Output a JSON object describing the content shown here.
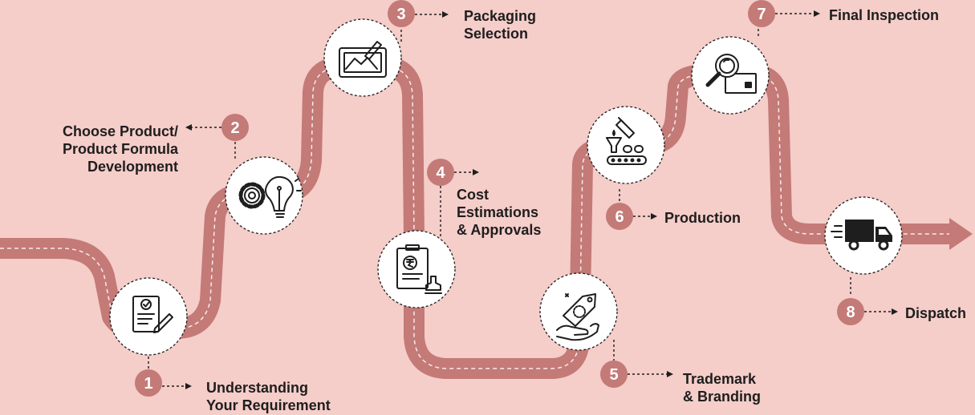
{
  "colors": {
    "background": "#f5cdc9",
    "path": "#c47a77",
    "badge": "#c47a77",
    "circle_fill": "#ffffff",
    "text": "#1e1e1e"
  },
  "steps": [
    {
      "number": "1",
      "label_lines": [
        "Understanding",
        "Your Requirement"
      ],
      "icon": "checklist-pen-icon"
    },
    {
      "number": "2",
      "label_lines": [
        "Choose Product/",
        "Product Formula",
        "Development"
      ],
      "icon": "gear-lightbulb-icon"
    },
    {
      "number": "3",
      "label_lines": [
        "Packaging",
        "Selection"
      ],
      "icon": "design-tablet-icon"
    },
    {
      "number": "4",
      "label_lines": [
        "Cost",
        "Estimations",
        "& Approvals"
      ],
      "icon": "rupee-document-stamp-icon"
    },
    {
      "number": "5",
      "label_lines": [
        "Trademark",
        "& Branding"
      ],
      "icon": "tag-hand-icon"
    },
    {
      "number": "6",
      "label_lines": [
        "Production"
      ],
      "icon": "production-line-icon"
    },
    {
      "number": "7",
      "label_lines": [
        "Final Inspection"
      ],
      "icon": "magnifier-box-icon"
    },
    {
      "number": "8",
      "label_lines": [
        "Dispatch"
      ],
      "icon": "delivery-truck-icon"
    }
  ]
}
